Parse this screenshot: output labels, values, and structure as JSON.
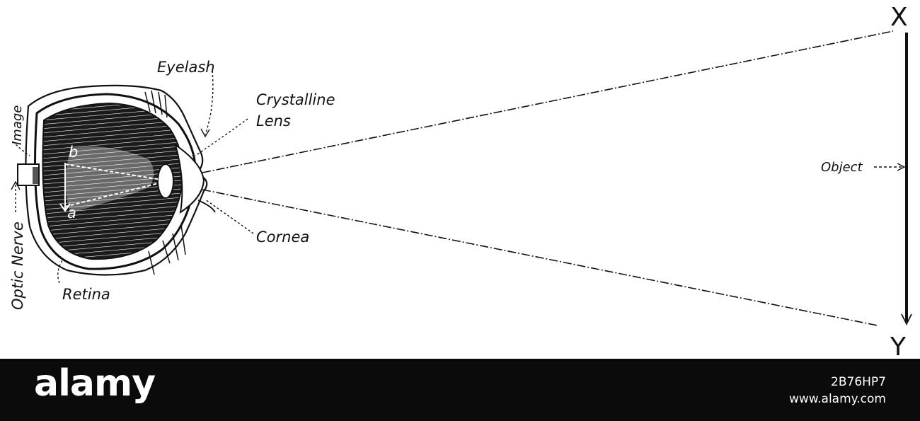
{
  "labels": {
    "eyelash": "Eyelash",
    "crystalline": "Crystalline",
    "lens": "Lens",
    "image": "Image",
    "optic_nerve": "Optic Nerve",
    "retina": "Retina",
    "cornea": "Cornea",
    "object": "Object",
    "point_b": "b",
    "point_a": "a",
    "x": "X",
    "y": "Y"
  },
  "watermark": {
    "logo": "alamy",
    "image_id": "2B76HP7",
    "url": "www.alamy.com"
  },
  "colors": {
    "ink": "#111111",
    "background": "#ffffff",
    "bar": "#0b0b0b"
  }
}
